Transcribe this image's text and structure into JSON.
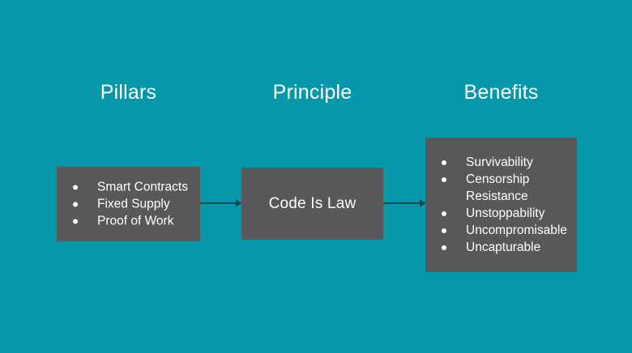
{
  "theme": {
    "background_color": "#0698aa",
    "box_color": "#585858",
    "text_color": "#ffffff",
    "arrow_color": "#184a52"
  },
  "diagram": {
    "type": "flow",
    "columns": [
      {
        "heading": "Pillars",
        "node": {
          "kind": "bullet-list",
          "items": [
            "Smart Contracts",
            "Fixed Supply",
            "Proof of Work"
          ]
        }
      },
      {
        "heading": "Principle",
        "node": {
          "kind": "label",
          "label": "Code Is Law"
        }
      },
      {
        "heading": "Benefits",
        "node": {
          "kind": "bullet-list",
          "items": [
            "Survivability",
            "Censorship\nResistance",
            "Unstoppability",
            "Uncompromisable",
            "Uncapturable"
          ]
        }
      }
    ],
    "connectors": [
      {
        "name": "pillars-to-principle",
        "direction": "right"
      },
      {
        "name": "principle-to-benefits",
        "direction": "right"
      }
    ]
  }
}
